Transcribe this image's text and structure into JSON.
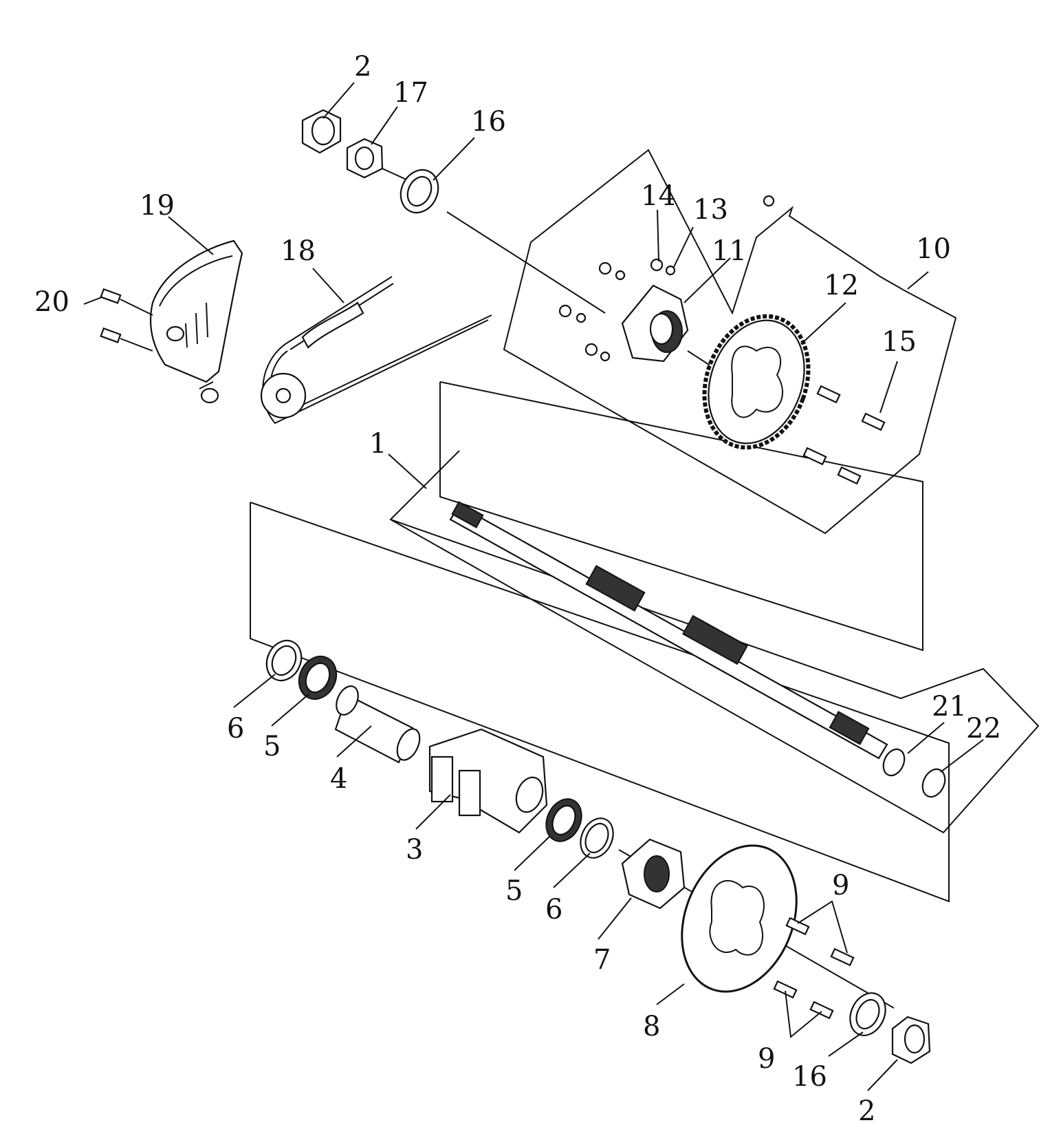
{
  "diagram": {
    "callouts": {
      "c1": "1",
      "c2_top": "2",
      "c2_bottom": "2",
      "c3": "3",
      "c4": "4",
      "c5_left": "5",
      "c5_right": "5",
      "c6_left": "6",
      "c6_right": "6",
      "c7": "7",
      "c8": "8",
      "c9_top": "9",
      "c9_bottom": "9",
      "c10": "10",
      "c11": "11",
      "c12": "12",
      "c13": "13",
      "c14": "14",
      "c15": "15",
      "c16_top": "16",
      "c16_bottom": "16",
      "c17": "17",
      "c18": "18",
      "c19": "19",
      "c20": "20",
      "c21": "21",
      "c22": "22"
    }
  }
}
